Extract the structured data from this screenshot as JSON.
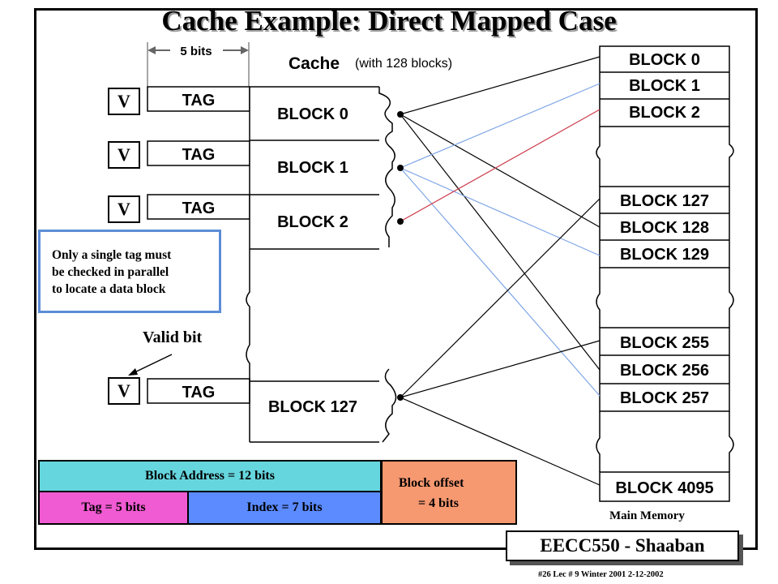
{
  "title": "Cache Example: Direct Mapped Case",
  "cache": {
    "width_label": "5 bits",
    "heading": "Cache",
    "heading_sub": "(with 128 blocks)",
    "valid_label": "V",
    "tag_label": "TAG",
    "blocks": [
      "BLOCK 0",
      "BLOCK 1",
      "BLOCK 2",
      "BLOCK 127"
    ]
  },
  "memory": {
    "blocks": [
      "BLOCK 0",
      "BLOCK 1",
      "BLOCK 2",
      "BLOCK 127",
      "BLOCK 128",
      "BLOCK 129",
      "BLOCK 255",
      "BLOCK 256",
      "BLOCK 257",
      "BLOCK 4095"
    ],
    "label": "Main Memory"
  },
  "note": {
    "line1": "Only a single tag must",
    "line2": "be checked in parallel",
    "line3": "to locate a data block"
  },
  "valid_bit_label": "Valid bit",
  "address": {
    "block_address": "Block Address  = 12 bits",
    "tag": "Tag  =  5 bits",
    "index": "Index  = 7 bits",
    "offset_line1": "Block offset",
    "offset_line2": "=  4 bits"
  },
  "colors": {
    "block_address_bg": "#66d6de",
    "tag_bg": "#f05ad2",
    "index_bg": "#5b8bff",
    "offset_bg": "#f69870",
    "blue_line": "#7fa6e6",
    "red_line": "#cc3a4a"
  },
  "badge": "EECC550 - Shaaban",
  "footer": "#26   Lec # 9   Winter 2001   2-12-2002"
}
